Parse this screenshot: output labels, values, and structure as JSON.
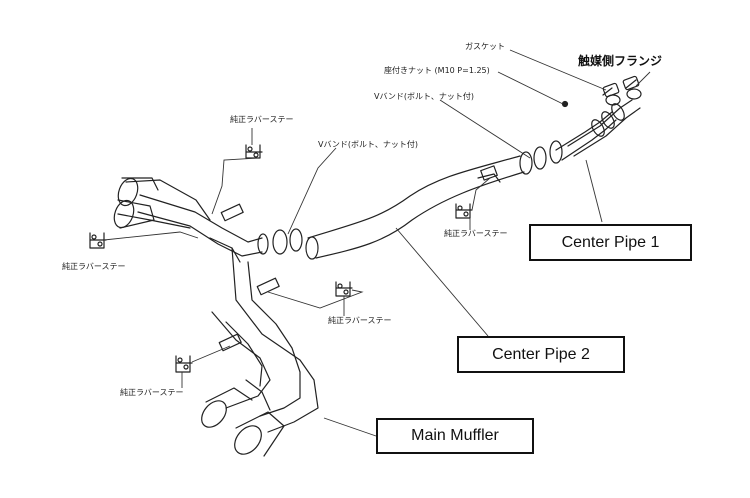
{
  "labels": {
    "gasket": "ガスケット",
    "catalyst_flange": "触媒側フランジ",
    "nut": "座付きナット (M10 P=1.25)",
    "vband_upper": "Vバンド(ボルト、ナット付)",
    "vband_lower": "Vバンド(ボルト、ナット付)",
    "rubber_stay": "純正ラバーステー"
  },
  "parts": {
    "center_pipe_1": "Center Pipe 1",
    "center_pipe_2": "Center Pipe 2",
    "main_muffler": "Main Muffler"
  }
}
